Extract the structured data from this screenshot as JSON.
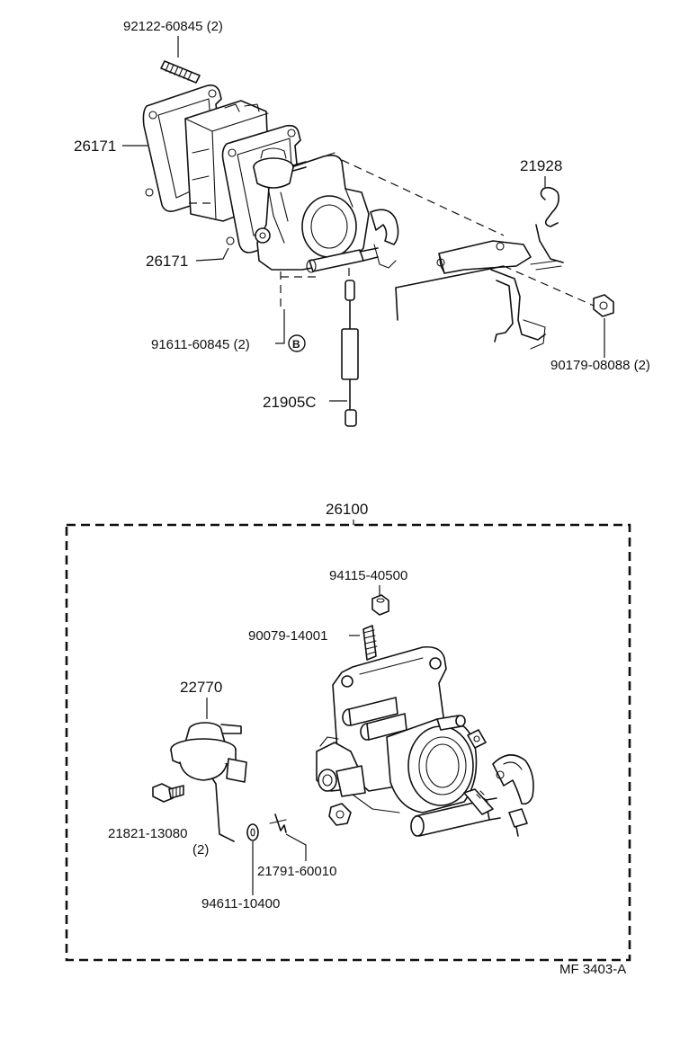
{
  "labels": {
    "stud_top": "92122-60845 (2)",
    "gasket_upper": "26171",
    "gasket_lower": "26171",
    "bracket": "21928",
    "stud_lower": "91611-60845 (2)",
    "circle_ref": "B",
    "nut_side": "90179-08088 (2)",
    "rod": "21905C",
    "assembly": "26100",
    "nut": "94115-40500",
    "screw": "90079-14001",
    "dashpot": "22770",
    "screw_small": "21821-13080",
    "screw_small_qty": "(2)",
    "washer": "94611-10400",
    "clip": "21791-60010",
    "figure_code": "MF 3403-A"
  }
}
